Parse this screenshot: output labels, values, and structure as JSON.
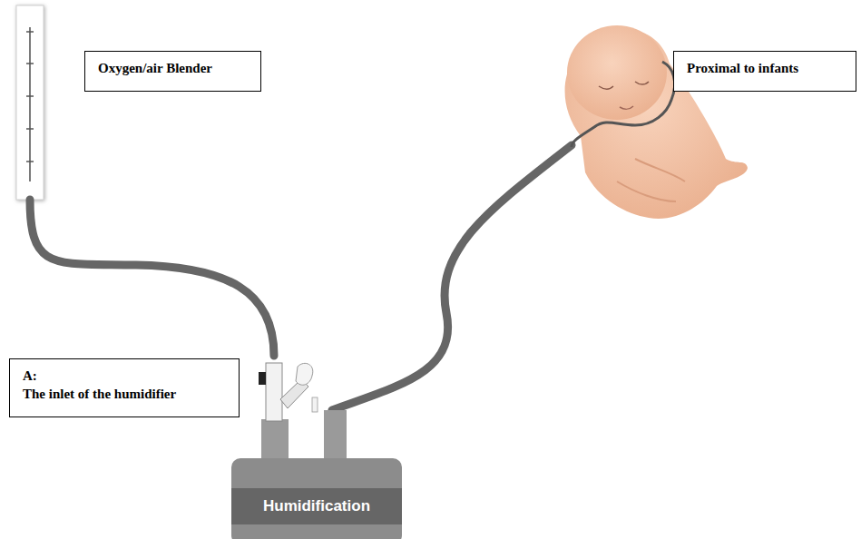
{
  "diagram": {
    "nodes": [
      {
        "text": [
          "Oxygen/air Blender"
        ]
      },
      {
        "text": [
          "Proximal to infants"
        ]
      },
      {
        "text": [
          "A:",
          "The inlet of the humidifier"
        ]
      },
      {
        "text": [
          "Humidification"
        ]
      }
    ]
  }
}
